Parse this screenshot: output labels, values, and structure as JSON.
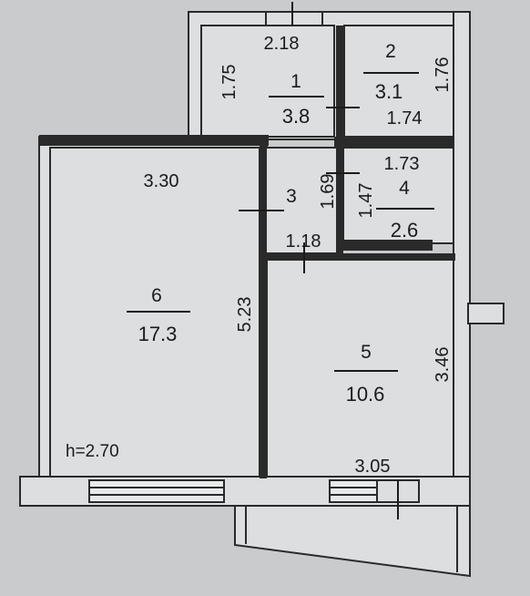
{
  "plan": {
    "ceiling_height": "h=2.70",
    "colors": {
      "background": "#c9cbcd",
      "room_fill": "#dcdedf",
      "wall": "#2a2a2a",
      "text": "#1b1b1b"
    },
    "rooms": [
      {
        "number": "1",
        "area": "3.8"
      },
      {
        "number": "2",
        "area": "3.1"
      },
      {
        "number": "3",
        "area": ""
      },
      {
        "number": "4",
        "area": "2.6"
      },
      {
        "number": "5",
        "area": "10.6"
      },
      {
        "number": "6",
        "area": "17.3"
      }
    ],
    "dimensions": {
      "room1_width": "2.18",
      "room1_height": "1.75",
      "room2_height": "1.76",
      "room2_width": "1.74",
      "room4_width": "1.73",
      "room4_height": "1.47",
      "hall_height": "1.69",
      "hall_width": "1.18",
      "room6_width": "3.30",
      "room6_height": "5.23",
      "room5_height": "3.46",
      "room5_width": "3.05"
    }
  }
}
